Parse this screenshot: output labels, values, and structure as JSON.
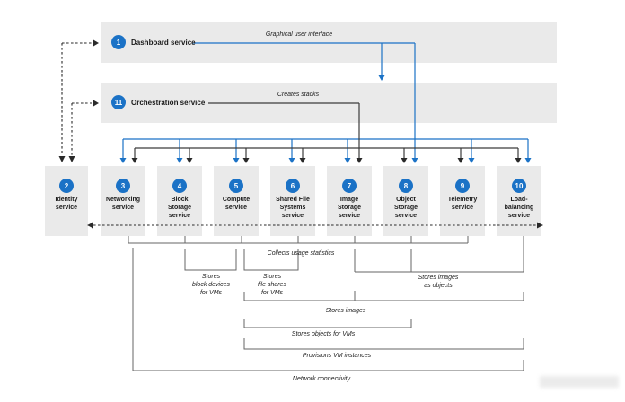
{
  "bars": {
    "dashboard": {
      "number": "1",
      "label": "Dashboard service",
      "flow_label": "Graphical user interface"
    },
    "orchestration": {
      "number": "11",
      "label": "Orchestration service",
      "flow_label": "Creates stacks"
    }
  },
  "identity": {
    "number": "2",
    "label": "Identity\nservice"
  },
  "services": [
    {
      "number": "3",
      "label": "Networking\nservice"
    },
    {
      "number": "4",
      "label": "Block\nStorage\nservice"
    },
    {
      "number": "5",
      "label": "Compute\nservice"
    },
    {
      "number": "6",
      "label": "Shared File\nSystems\nservice"
    },
    {
      "number": "7",
      "label": "Image\nStorage\nservice"
    },
    {
      "number": "8",
      "label": "Object\nStorage\nservice"
    },
    {
      "number": "9",
      "label": "Telemetry\nservice"
    },
    {
      "number": "10",
      "label": "Load-\nbalancing\nservice"
    }
  ],
  "annotations": {
    "collects": "Collects usage statistics",
    "block_devices": "Stores\nblock devices\nfor VMs",
    "file_shares": "Stores\nfile shares\nfor VMs",
    "images_as_objects": "Stores images\nas objects",
    "stores_images": "Stores images",
    "objects_for_vms": "Stores objects for VMs",
    "provisions": "Provisions VM instances",
    "network": "Network connectivity"
  },
  "colors": {
    "accent_blue": "#1b72c6",
    "box_gray": "#eaeaea",
    "line_dark": "#3c3c3c"
  }
}
